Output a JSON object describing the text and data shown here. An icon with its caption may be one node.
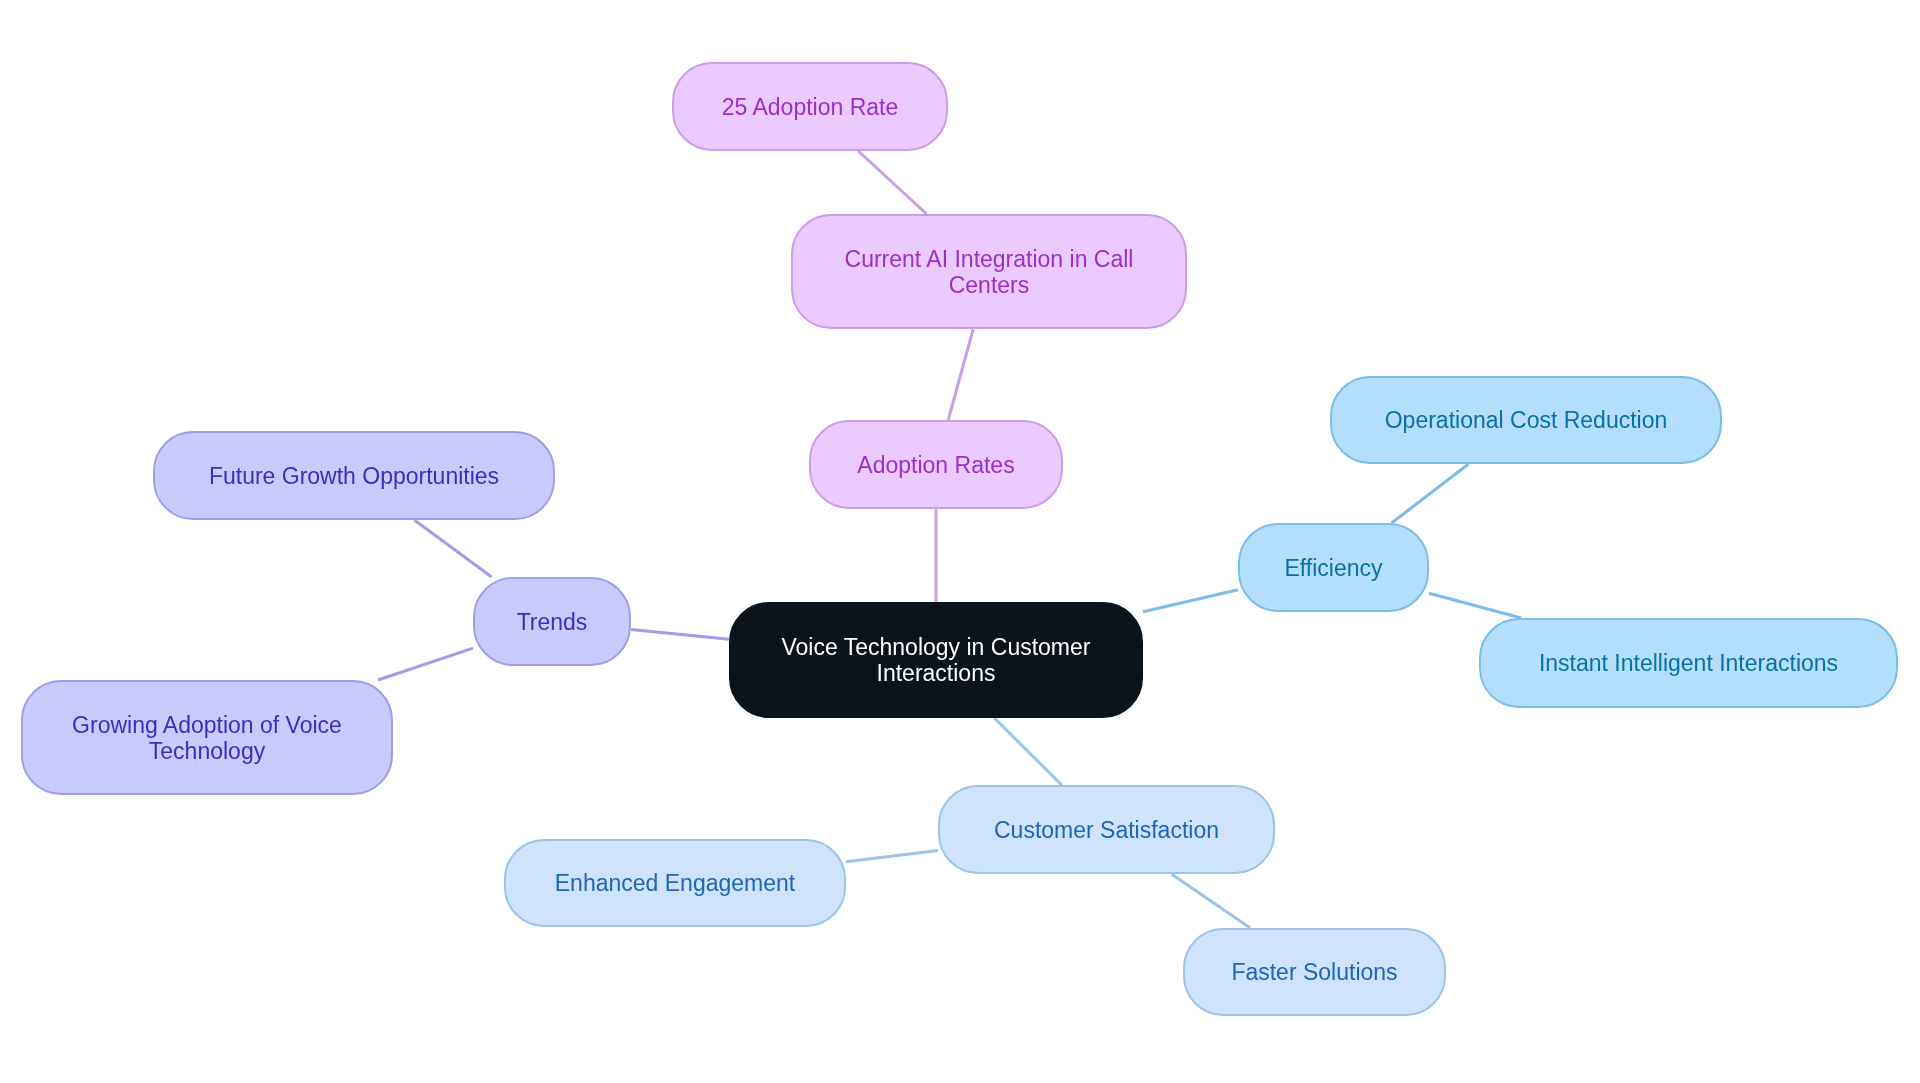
{
  "diagram": {
    "nodes": [
      {
        "text": [
          "Voice Technology in Customer Interactions"
        ]
      },
      {
        "text": [
          "Adoption Rates"
        ]
      },
      {
        "text": [
          "Current AI Integration in Call Centers"
        ]
      },
      {
        "text": [
          "25 Adoption Rate"
        ]
      },
      {
        "text": [
          "Efficiency"
        ]
      },
      {
        "text": [
          "Operational Cost Reduction"
        ]
      },
      {
        "text": [
          "Instant Intelligent Interactions"
        ]
      },
      {
        "text": [
          "Customer Satisfaction"
        ]
      },
      {
        "text": [
          "Enhanced Engagement"
        ]
      },
      {
        "text": [
          "Faster Solutions"
        ]
      },
      {
        "text": [
          "Trends"
        ]
      },
      {
        "text": [
          "Future Growth Opportunities"
        ]
      },
      {
        "text": [
          "Growing Adoption of Voice Technology"
        ]
      }
    ],
    "edges": [
      {
        "from": 0,
        "to": 1,
        "arrow": "none",
        "color": "#c99ee8"
      },
      {
        "from": 1,
        "to": 2,
        "arrow": "none",
        "color": "#c99ee8"
      },
      {
        "from": 2,
        "to": 3,
        "arrow": "none",
        "color": "#c99ee8"
      },
      {
        "from": 0,
        "to": 4,
        "arrow": "none",
        "color": "#7cbce8"
      },
      {
        "from": 4,
        "to": 5,
        "arrow": "none",
        "color": "#7cbce8"
      },
      {
        "from": 4,
        "to": 6,
        "arrow": "none",
        "color": "#7cbce8"
      },
      {
        "from": 0,
        "to": 7,
        "arrow": "none",
        "color": "#9cc3e8"
      },
      {
        "from": 7,
        "to": 8,
        "arrow": "none",
        "color": "#9cc3e8"
      },
      {
        "from": 7,
        "to": 9,
        "arrow": "none",
        "color": "#9cc3e8"
      },
      {
        "from": 0,
        "to": 10,
        "arrow": "none",
        "color": "#a09ee6"
      },
      {
        "from": 10,
        "to": 11,
        "arrow": "none",
        "color": "#a09ee6"
      },
      {
        "from": 10,
        "to": 12,
        "arrow": "none",
        "color": "#a09ee6"
      }
    ]
  }
}
